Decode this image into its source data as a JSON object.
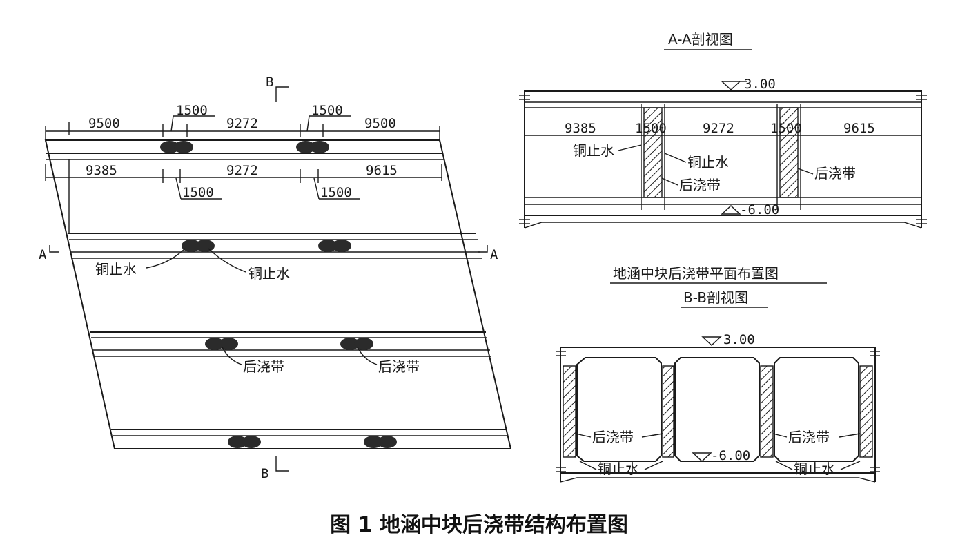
{
  "plan": {
    "title": "地涵中块后浇带平面布置图",
    "section_a": "A",
    "section_b": "B",
    "top_dims": [
      "9500",
      "1500",
      "9272",
      "1500",
      "9500"
    ],
    "bottom_dims": [
      "9385",
      "1500",
      "9272",
      "1500",
      "9615"
    ],
    "label_copper": "铜止水",
    "label_pour": "后浇带"
  },
  "section_aa": {
    "title": "A-A剖视图",
    "elev_top": "3.00",
    "elev_bottom": "-6.00",
    "dims": [
      "9385",
      "1500",
      "9272",
      "1500",
      "9615"
    ],
    "label_copper": "铜止水",
    "label_pour": "后浇带"
  },
  "section_bb": {
    "title": "B-B剖视图",
    "elev_top": "3.00",
    "elev_bottom": "-6.00",
    "label_copper": "铜止水",
    "label_pour": "后浇带"
  },
  "caption": "图 1  地涵中块后浇带结构布置图"
}
